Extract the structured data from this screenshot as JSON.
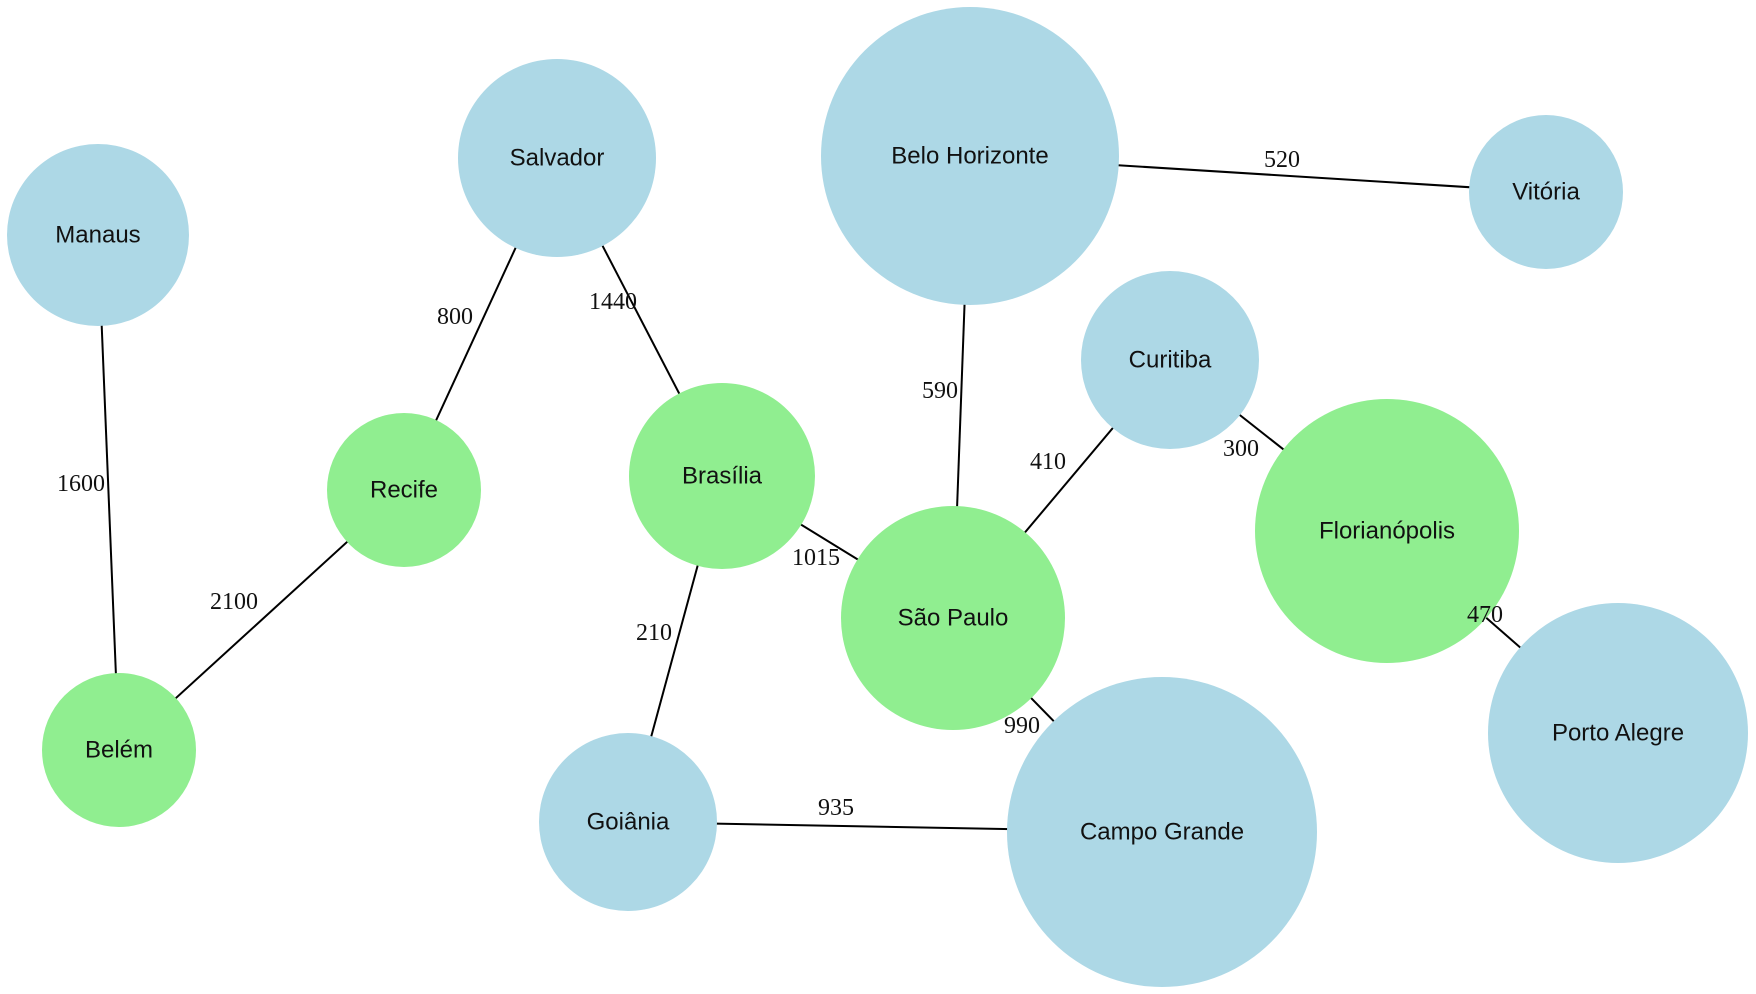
{
  "colors": {
    "highlight_node": "#90EE90",
    "regular_node": "#ADD8E6",
    "edge": "#000000",
    "background": "#FFFFFF"
  },
  "nodes": [
    {
      "id": "manaus",
      "label": "Manaus",
      "highlighted": false
    },
    {
      "id": "salvador",
      "label": "Salvador",
      "highlighted": false
    },
    {
      "id": "belo-horizonte",
      "label": "Belo Horizonte",
      "highlighted": false
    },
    {
      "id": "vitoria",
      "label": "Vitória",
      "highlighted": false
    },
    {
      "id": "curitiba",
      "label": "Curitiba",
      "highlighted": false
    },
    {
      "id": "recife",
      "label": "Recife",
      "highlighted": true
    },
    {
      "id": "brasilia",
      "label": "Brasília",
      "highlighted": true
    },
    {
      "id": "florianopolis",
      "label": "Florianópolis",
      "highlighted": true
    },
    {
      "id": "sao-paulo",
      "label": "São Paulo",
      "highlighted": true
    },
    {
      "id": "belem",
      "label": "Belém",
      "highlighted": true
    },
    {
      "id": "goiania",
      "label": "Goiânia",
      "highlighted": false
    },
    {
      "id": "campo-grande",
      "label": "Campo Grande",
      "highlighted": false
    },
    {
      "id": "porto-alegre",
      "label": "Porto Alegre",
      "highlighted": false
    }
  ],
  "edges": [
    {
      "id": "manaus-belem",
      "source": "manaus",
      "target": "belem",
      "label": "1600"
    },
    {
      "id": "belem-recife",
      "source": "belem",
      "target": "recife",
      "label": "2100"
    },
    {
      "id": "recife-salvador",
      "source": "recife",
      "target": "salvador",
      "label": "800"
    },
    {
      "id": "salvador-brasilia",
      "source": "salvador",
      "target": "brasilia",
      "label": "1440"
    },
    {
      "id": "brasilia-saopaulo",
      "source": "brasilia",
      "target": "sao-paulo",
      "label": "1015"
    },
    {
      "id": "brasilia-goiania",
      "source": "brasilia",
      "target": "goiania",
      "label": "210"
    },
    {
      "id": "goiania-campogrande",
      "source": "goiania",
      "target": "campo-grande",
      "label": "935"
    },
    {
      "id": "saopaulo-campogrande",
      "source": "sao-paulo",
      "target": "campo-grande",
      "label": "990"
    },
    {
      "id": "saopaulo-belohorizonte",
      "source": "sao-paulo",
      "target": "belo-horizonte",
      "label": "590"
    },
    {
      "id": "saopaulo-curitiba",
      "source": "sao-paulo",
      "target": "curitiba",
      "label": "410"
    },
    {
      "id": "belohorizonte-vitoria",
      "source": "belo-horizonte",
      "target": "vitoria",
      "label": "520"
    },
    {
      "id": "curitiba-florianopolis",
      "source": "curitiba",
      "target": "florianopolis",
      "label": "300"
    },
    {
      "id": "florianopolis-portoalegre",
      "source": "florianopolis",
      "target": "porto-alegre",
      "label": "470"
    }
  ]
}
